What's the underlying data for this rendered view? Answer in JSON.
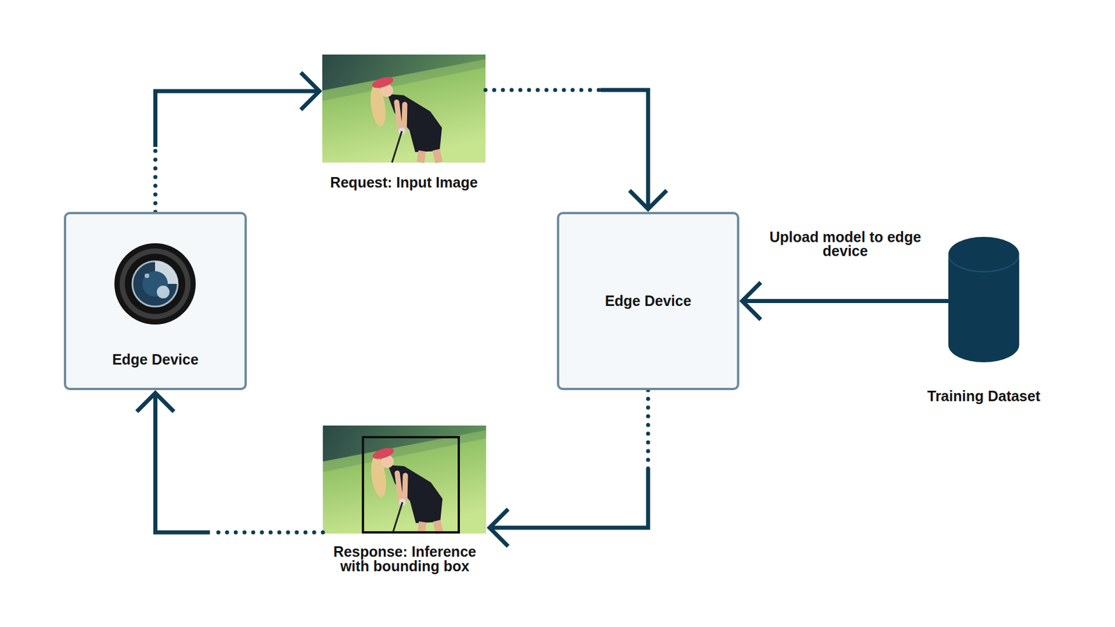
{
  "diagram": {
    "nodes": [
      {
        "text": [
          "Request: Input Image"
        ]
      },
      {
        "text": [
          "Edge Device"
        ]
      },
      {
        "text": [
          "Edge Device"
        ]
      },
      {
        "text": [
          "Training Dataset"
        ]
      },
      {
        "text": [
          "Response: Inference with bounding box"
        ]
      }
    ],
    "edges": [
      {
        "from": 1,
        "to": 0,
        "arrow": "to"
      },
      {
        "from": 0,
        "to": 2,
        "arrow": "to"
      },
      {
        "from": 2,
        "to": 4,
        "arrow": "to"
      },
      {
        "from": 4,
        "to": 1,
        "arrow": "to"
      },
      {
        "from": 3,
        "to": 2,
        "label": "Upload model to edge device",
        "arrow": "to"
      }
    ]
  }
}
